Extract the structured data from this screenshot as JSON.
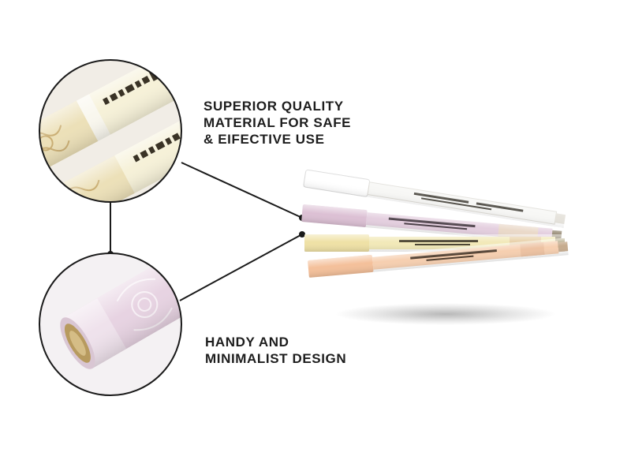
{
  "callouts": [
    {
      "id": "quality",
      "lines": [
        "SUPERIOR QUALITY",
        "MATERIAL FOR SAFE",
        "& EIFECTIVE USE"
      ]
    },
    {
      "id": "design",
      "lines": [
        "HANDY AND",
        "MINIMALIST DESIGN"
      ]
    }
  ],
  "pens": [
    {
      "color_name": "white",
      "body": "#f7f7f5",
      "cap": "#ffffff",
      "tip": "#e6e3dc"
    },
    {
      "color_name": "lavender",
      "body": "#e4cfdf",
      "cap": "#dcc0d4",
      "tip": "#9a8f7a"
    },
    {
      "color_name": "cream",
      "body": "#f2e9b8",
      "cap": "#efe1a5",
      "tip": "#a79b73"
    },
    {
      "color_name": "peach",
      "body": "#f6cfb0",
      "cap": "#f4c09a",
      "tip": "#c6ab8e"
    }
  ],
  "colors": {
    "text": "#1d1d1d",
    "line": "#1a1a1a",
    "background": "#ffffff"
  }
}
